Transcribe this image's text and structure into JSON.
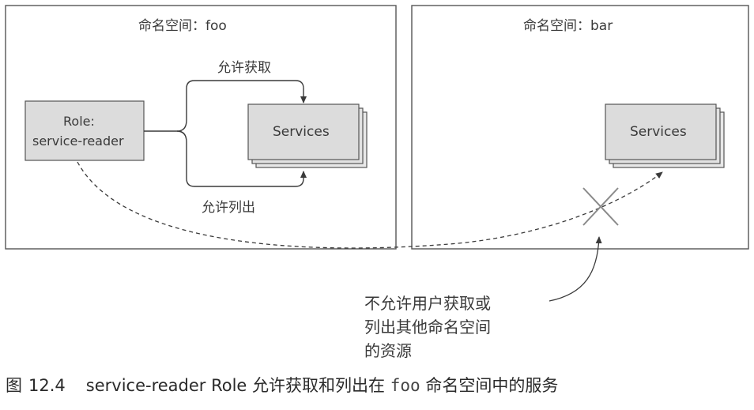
{
  "namespaces": {
    "foo": {
      "title_prefix": "命名空间：",
      "title_name": "foo"
    },
    "bar": {
      "title_prefix": "命名空间：",
      "title_name": "bar"
    }
  },
  "role": {
    "line1": "Role:",
    "line2": "service-reader"
  },
  "services": {
    "foo_label": "Services",
    "bar_label": "Services"
  },
  "arrows": {
    "get_label": "允许获取",
    "list_label": "允许列出"
  },
  "annotation": {
    "lines": [
      "不允许用户获取或",
      "列出其他命名空间",
      "的资源"
    ]
  },
  "caption": {
    "figure_label": "图",
    "figure_number": "12.4",
    "text_before": "service-reader Role 允许获取和列出在",
    "code": "foo",
    "text_after": "命名空间中的服务"
  },
  "colors": {
    "box_fill": "#dcdcdc",
    "border": "#555555",
    "text": "#3a3a3a",
    "stack_shadow": "#e8e8e8"
  }
}
